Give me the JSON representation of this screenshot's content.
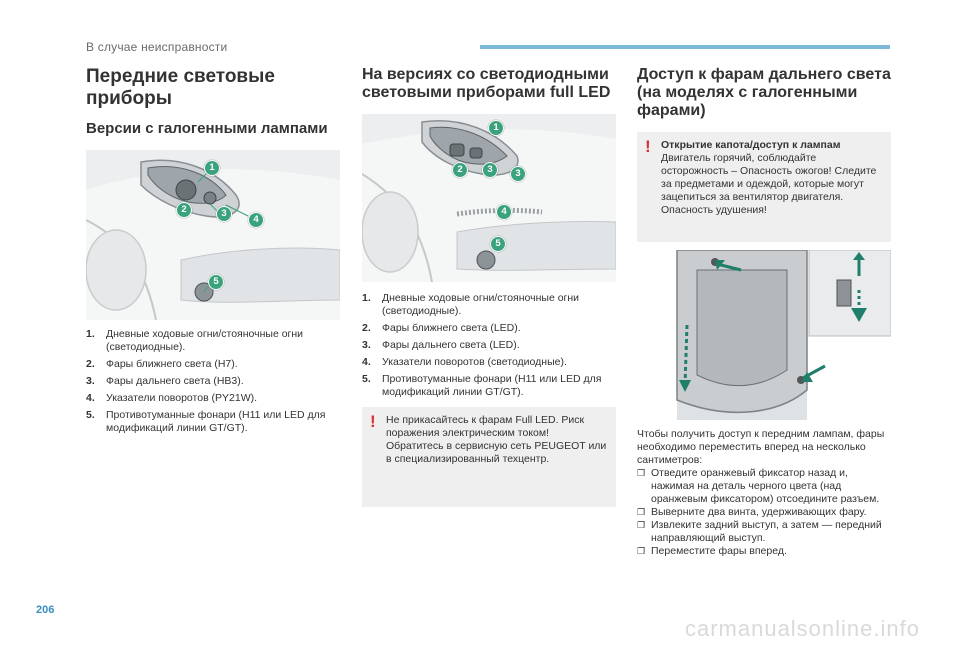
{
  "header": {
    "section": "В случае неисправности"
  },
  "page_number": "206",
  "watermark": "carmanualsonline.info",
  "col1": {
    "title": "Передние световые приборы",
    "subtitle": "Версии с галогенными лампами",
    "callouts": [
      "1",
      "2",
      "3",
      "4",
      "5"
    ],
    "items": [
      {
        "num": "1.",
        "text": "Дневные ходовые огни/стояночные огни (светодиодные)."
      },
      {
        "num": "2.",
        "text": "Фары ближнего света (H7)."
      },
      {
        "num": "3.",
        "text": "Фары дальнего света (HB3)."
      },
      {
        "num": "4.",
        "text": "Указатели поворотов (PY21W)."
      },
      {
        "num": "5.",
        "text": "Противотуманные фонари (H11 или LED для модификаций линии GT/GT)."
      }
    ]
  },
  "col2": {
    "title": "На версиях со светодиодными световыми приборами full LED",
    "callouts": [
      "1",
      "2",
      "3",
      "3",
      "4",
      "5"
    ],
    "items": [
      {
        "num": "1.",
        "text": "Дневные ходовые огни/стояночные огни (светодиодные)."
      },
      {
        "num": "2.",
        "text": "Фары ближнего света (LED)."
      },
      {
        "num": "3.",
        "text": "Фары дальнего света (LED)."
      },
      {
        "num": "4.",
        "text": "Указатели поворотов (светодиодные)."
      },
      {
        "num": "5.",
        "text": "Противотуманные фонари (H11 или LED для модификаций линии GT/GT)."
      }
    ],
    "notice": {
      "mark": "!",
      "text": "Не прикасайтесь к фарам Full LED. Риск поражения электрическим током! Обратитесь в сервисную сеть PEUGEOT или в специализированный техцентр."
    }
  },
  "col3": {
    "title": "Доступ к фарам дальнего света (на моделях с галогенными фарами)",
    "notice": {
      "mark": "!",
      "heading": "Открытие капота/доступ к лампам",
      "text": "Двигатель горячий, соблюдайте осторожность – Опасность ожогов! Следите за предметами и одеждой, которые могут зацепиться за вентилятор двигателя. Опасность удушения!"
    },
    "intro": "Чтобы получить доступ к передним лампам, фары необходимо переместить вперед на несколько сантиметров:",
    "bullet_glyph": "❒",
    "steps": [
      "Отведите оранжевый фиксатор назад и, нажимая на деталь черного цвета (над оранжевым фиксатором) отсоедините разъем.",
      "Выверните два винта, удерживающих фару.",
      "Извлеките задний выступ, а затем — передний направляющий выступ.",
      "Переместите фары вперед."
    ]
  }
}
